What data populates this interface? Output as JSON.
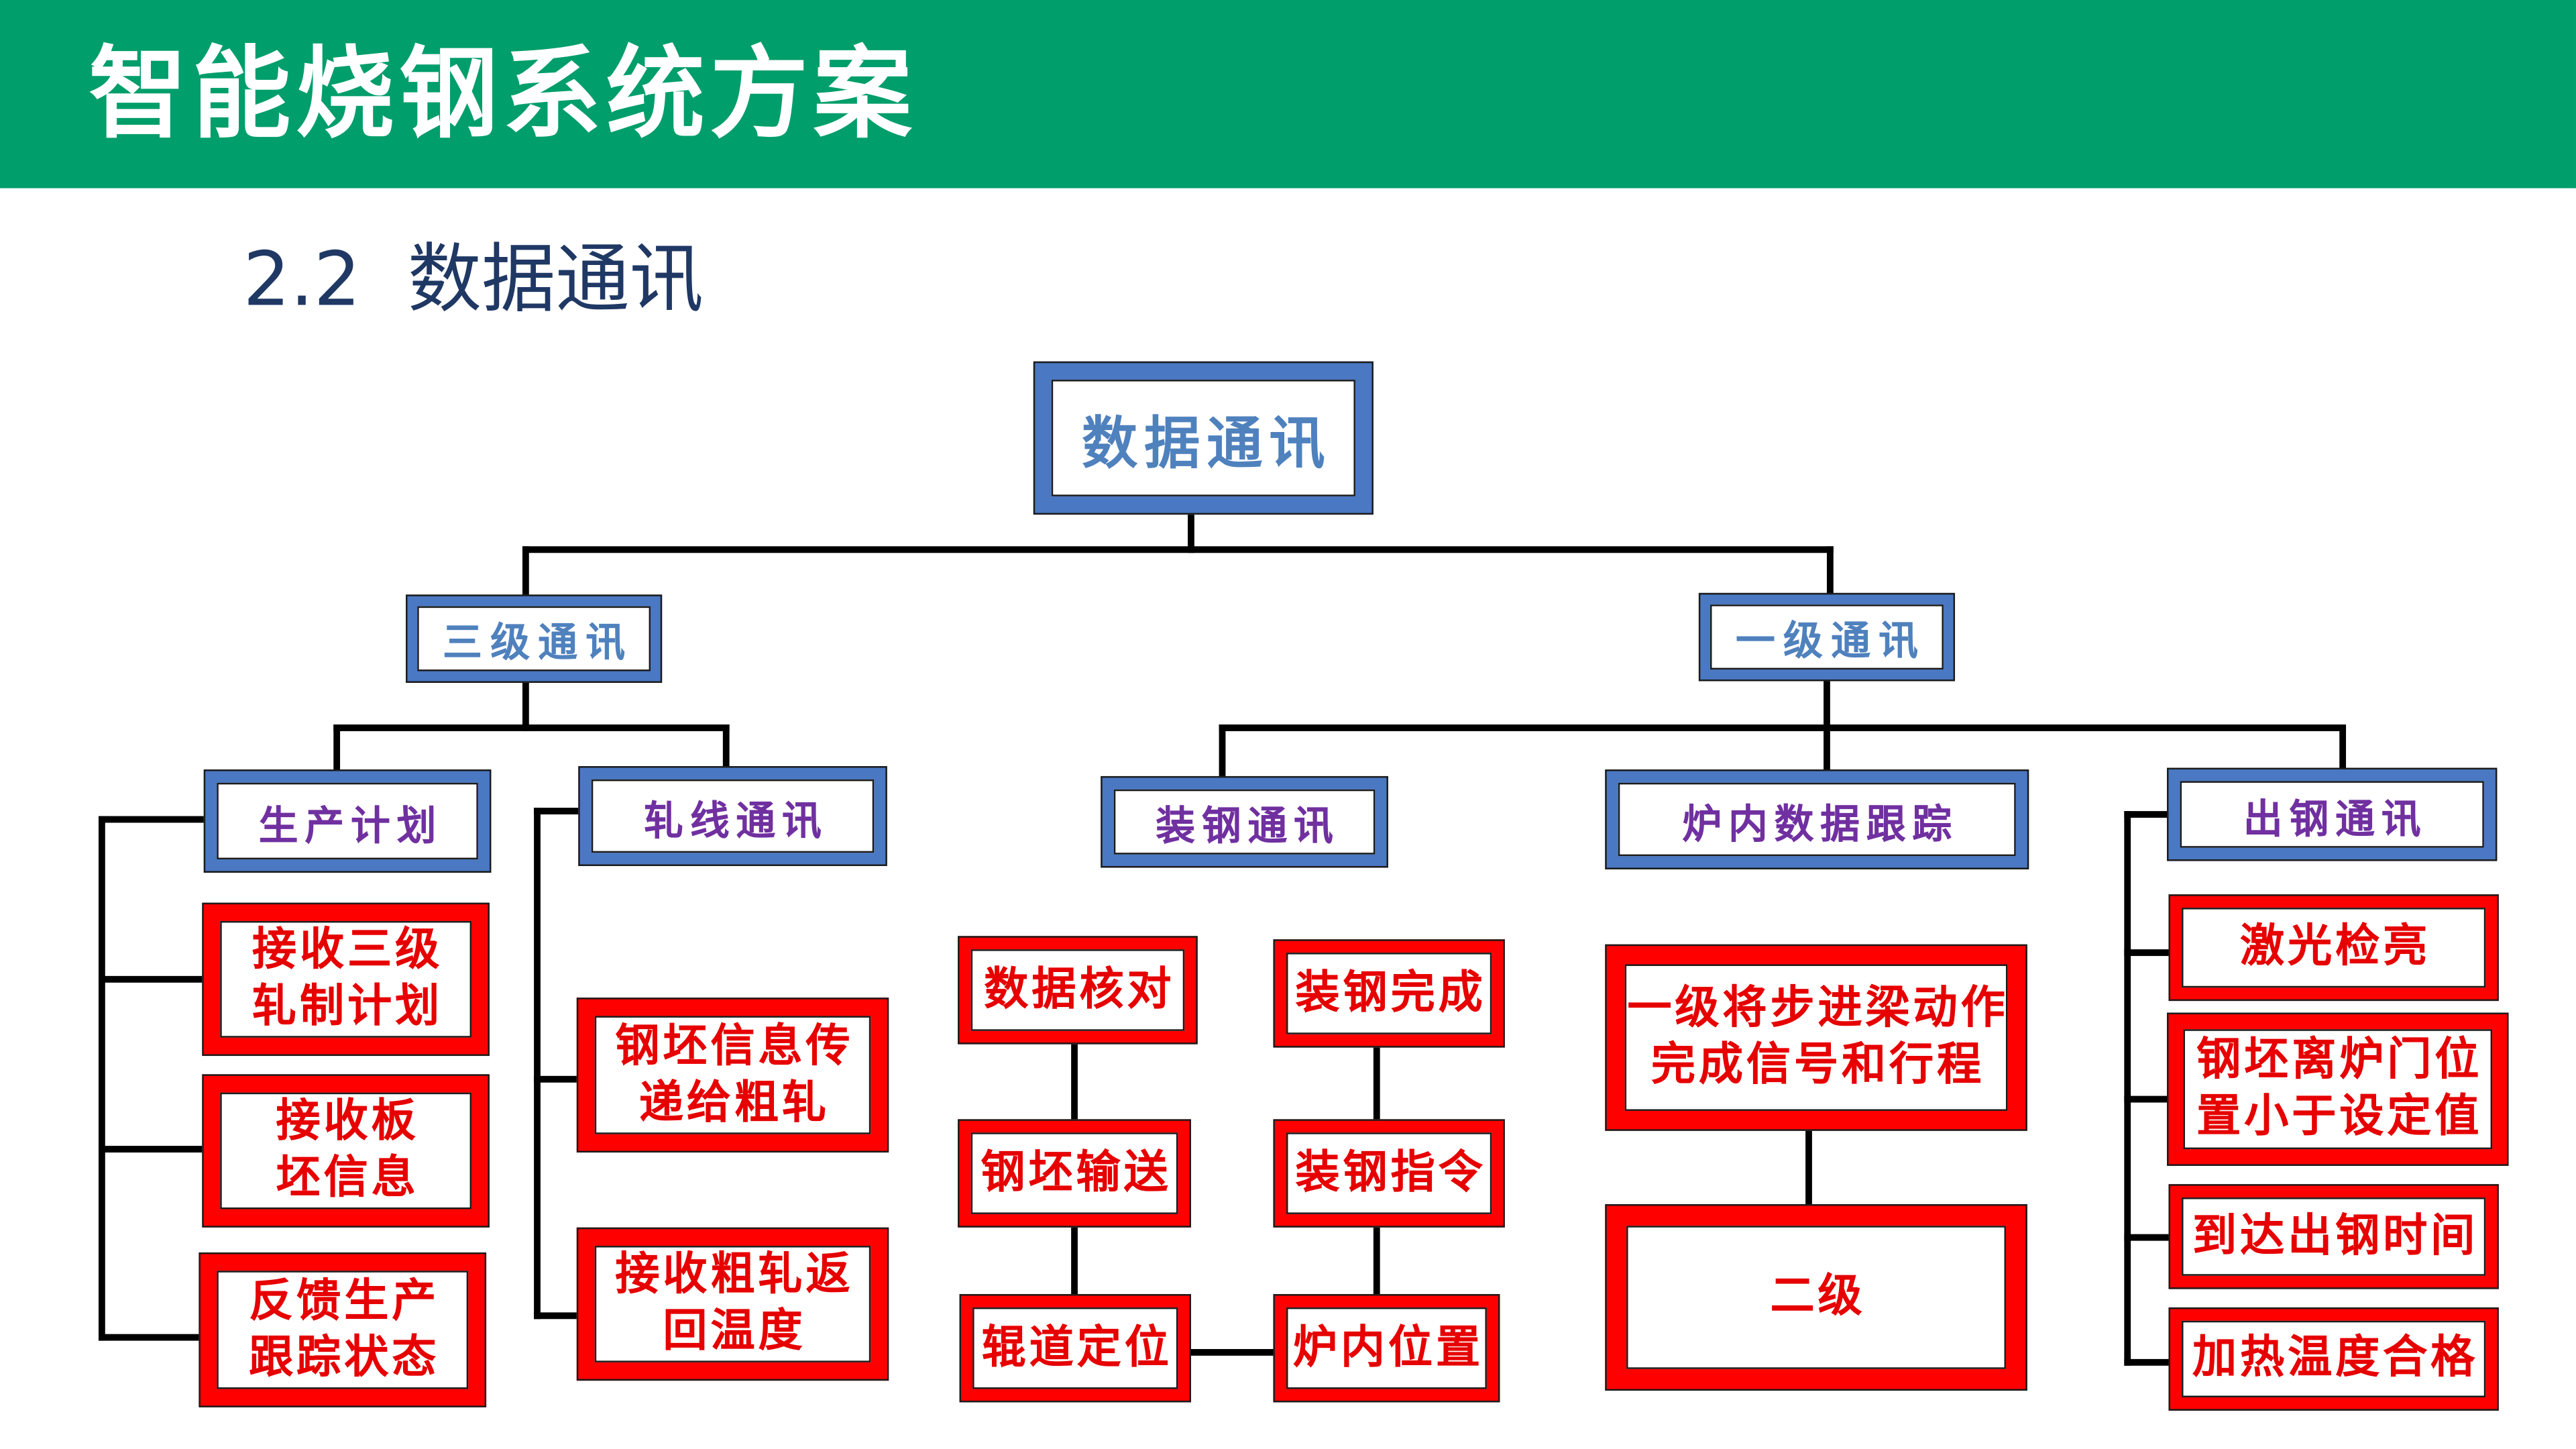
{
  "colors": {
    "header_bg": "#009E6A",
    "subtitle": "#1F3864",
    "blue_frame": "#4A78C2",
    "blue_text": "#4F81BD",
    "purple_text": "#7030A0",
    "red_frame": "#FF0000",
    "red_text": "#E60000",
    "connector": "#000000"
  },
  "header": {
    "title": "智能烧钢系统方案"
  },
  "subtitle": "2.2  数据通讯",
  "diagram": {
    "root": "数据通讯",
    "level3_comm": {
      "label": "三级通讯",
      "production_plan": {
        "label": "生产计划",
        "items": [
          [
            "接收三级",
            "轧制计划"
          ],
          [
            "接收板",
            "坯信息"
          ],
          [
            "反馈生产",
            "跟踪状态"
          ]
        ]
      },
      "rolling_line_comm": {
        "label": "轧线通讯",
        "items": [
          [
            "钢坯信息传",
            "递给粗轧"
          ],
          [
            "接收粗轧返",
            "回温度"
          ]
        ]
      }
    },
    "level1_comm": {
      "label": "一级通讯",
      "charging_comm": {
        "label": "装钢通讯",
        "left_chain": [
          "数据核对",
          "钢坯输送",
          "辊道定位"
        ],
        "right_chain": [
          "装钢完成",
          "装钢指令",
          "炉内位置"
        ]
      },
      "furnace_tracking": {
        "label": "炉内数据跟踪",
        "items": [
          [
            "一级将步进梁动作",
            "完成信号和行程"
          ],
          [
            "二级"
          ]
        ]
      },
      "discharge_comm": {
        "label": "出钢通讯",
        "items": [
          [
            "激光检亮"
          ],
          [
            "钢坯离炉门位",
            "置小于设定值"
          ],
          [
            "到达出钢时间"
          ],
          [
            "加热温度合格"
          ]
        ]
      }
    }
  }
}
